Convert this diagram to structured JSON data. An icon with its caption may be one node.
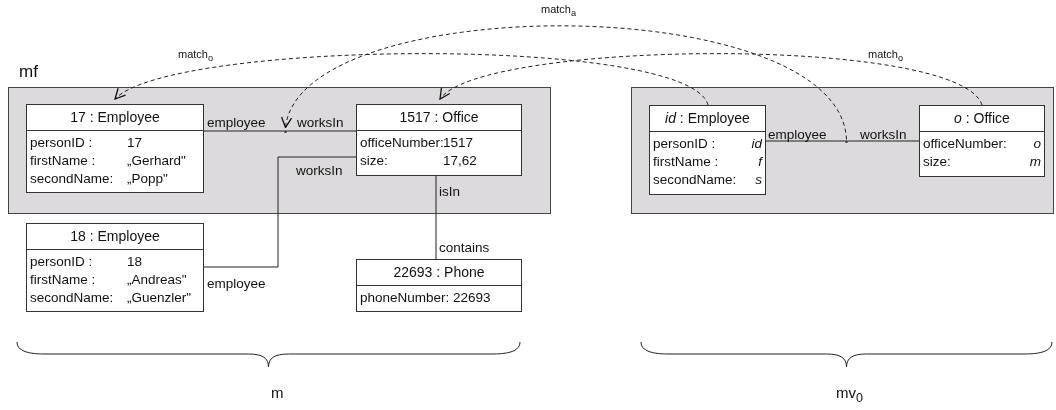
{
  "diagram": {
    "nodes": [
      {
        "text": [
          "mf"
        ]
      },
      {
        "text": [
          "17 : Employee",
          "personID :",
          "17",
          "firstName :",
          "„Gerhard\"",
          "secondName:",
          "„Popp\""
        ],
        "in": 0
      },
      {
        "text": [
          "1517 : Office",
          "officeNumber:",
          "1517",
          "size:",
          "17,62"
        ],
        "in": 0
      },
      {
        "text": [
          "18 : Employee",
          "personID :",
          "18",
          "firstName :",
          "„Andreas\"",
          "secondName:",
          "„Guenzler\""
        ]
      },
      {
        "text": [
          "22693 : Phone",
          "phoneNumber: 22693"
        ]
      },
      {
        "text": [],
        "shape": "box"
      },
      {
        "text": [
          "*id* : Employee",
          "personID :",
          "id",
          "firstName :",
          "f",
          "secondName:",
          "s"
        ],
        "in": 5
      },
      {
        "text": [
          "*o* : Office",
          "officeNumber:",
          "o",
          "size:",
          "m"
        ],
        "in": 5
      },
      {
        "text": [],
        "shape": "point",
        "in": 0
      },
      {
        "text": [],
        "shape": "point",
        "in": 5
      }
    ],
    "edges": [
      {
        "from": 1,
        "to": 8,
        "arrow": "none"
      },
      {
        "from": 8,
        "to": 2,
        "arrow": "none"
      },
      {
        "from": 3,
        "to": 2,
        "arrow": "none"
      },
      {
        "from": 2,
        "to": 4,
        "arrow": "none"
      },
      {
        "from": 6,
        "to": 9,
        "arrow": "none"
      },
      {
        "from": 9,
        "to": 7,
        "arrow": "none"
      },
      {
        "from": 6,
        "to": 1,
        "arrow": "to",
        "style": "dashed",
        "label": "match$_{o}$"
      },
      {
        "from": 7,
        "to": 2,
        "arrow": "to",
        "style": "dashed",
        "label": "match$_{o}$"
      },
      {
        "from": 9,
        "to": 8,
        "arrow": "to",
        "style": "dashed",
        "label": "match$_{a}$"
      }
    ],
    "labels": [
      "employee",
      "worksIn",
      "employee",
      "worksIn",
      "worksIn",
      "isIn",
      "contains",
      "employee",
      "m",
      "mv$_{0}$"
    ]
  }
}
